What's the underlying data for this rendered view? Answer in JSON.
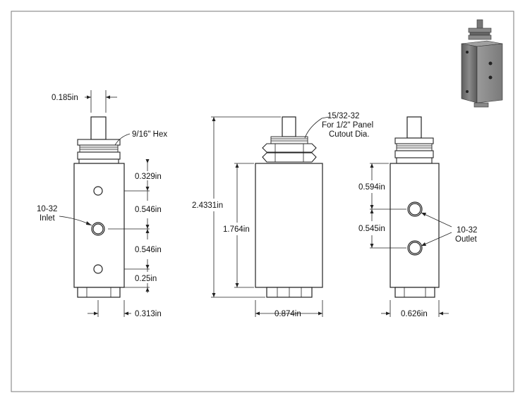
{
  "labels": {
    "stem_width": "0.185in",
    "hex": "9/16\" Hex",
    "inlet_line1": "10-32",
    "inlet_line2": "Inlet",
    "dim_top_hole": "0.329in",
    "dim_inlet_1": "0.546in",
    "dim_inlet_2": "0.546in",
    "dim_bottom_hole": "0.25in",
    "dim_left_offset": "0.313in",
    "thread_line1": "15/32-32",
    "thread_line2": "For 1/2\" Panel",
    "thread_line3": "Cutout Dia.",
    "overall_height": "2.4331in",
    "body_height": "1.764in",
    "body_width": "0.874in",
    "dim_outlet_top": "0.594in",
    "dim_outlet_spacing": "0.545in",
    "outlet_line1": "10-32",
    "outlet_line2": "Outlet",
    "side_width": "0.626in"
  },
  "colors": {
    "line": "#222222",
    "frame": "#7a7a7a",
    "body_3d_front": "#6b6b6b",
    "body_3d_side": "#8c8c8c"
  }
}
